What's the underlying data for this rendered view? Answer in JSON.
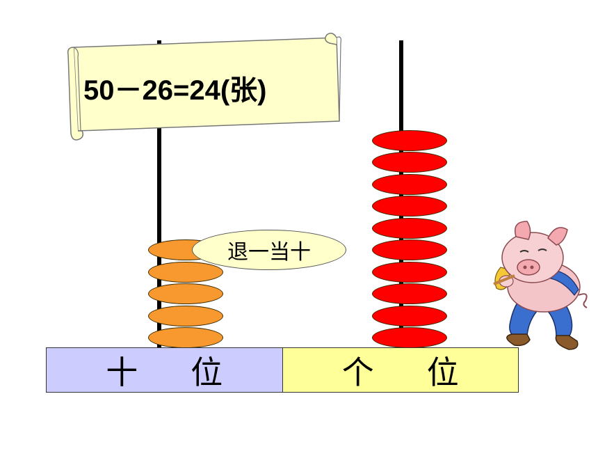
{
  "equation": "50－26=24(张)",
  "bubble_text": "退一当十",
  "place_value": {
    "tens_label_1": "十",
    "tens_label_2": "位",
    "ones_label_1": "个",
    "ones_label_2": "位"
  },
  "abacus": {
    "tens_beads": 5,
    "ones_beads": 10
  },
  "colors": {
    "tens_bead": "#f7992f",
    "ones_bead": "#ff0000",
    "tens_cell": "#ccccff",
    "ones_cell": "#ffff99",
    "scroll": "#ffffcc"
  },
  "icons": {
    "character": "pig-cartoon-icon"
  }
}
